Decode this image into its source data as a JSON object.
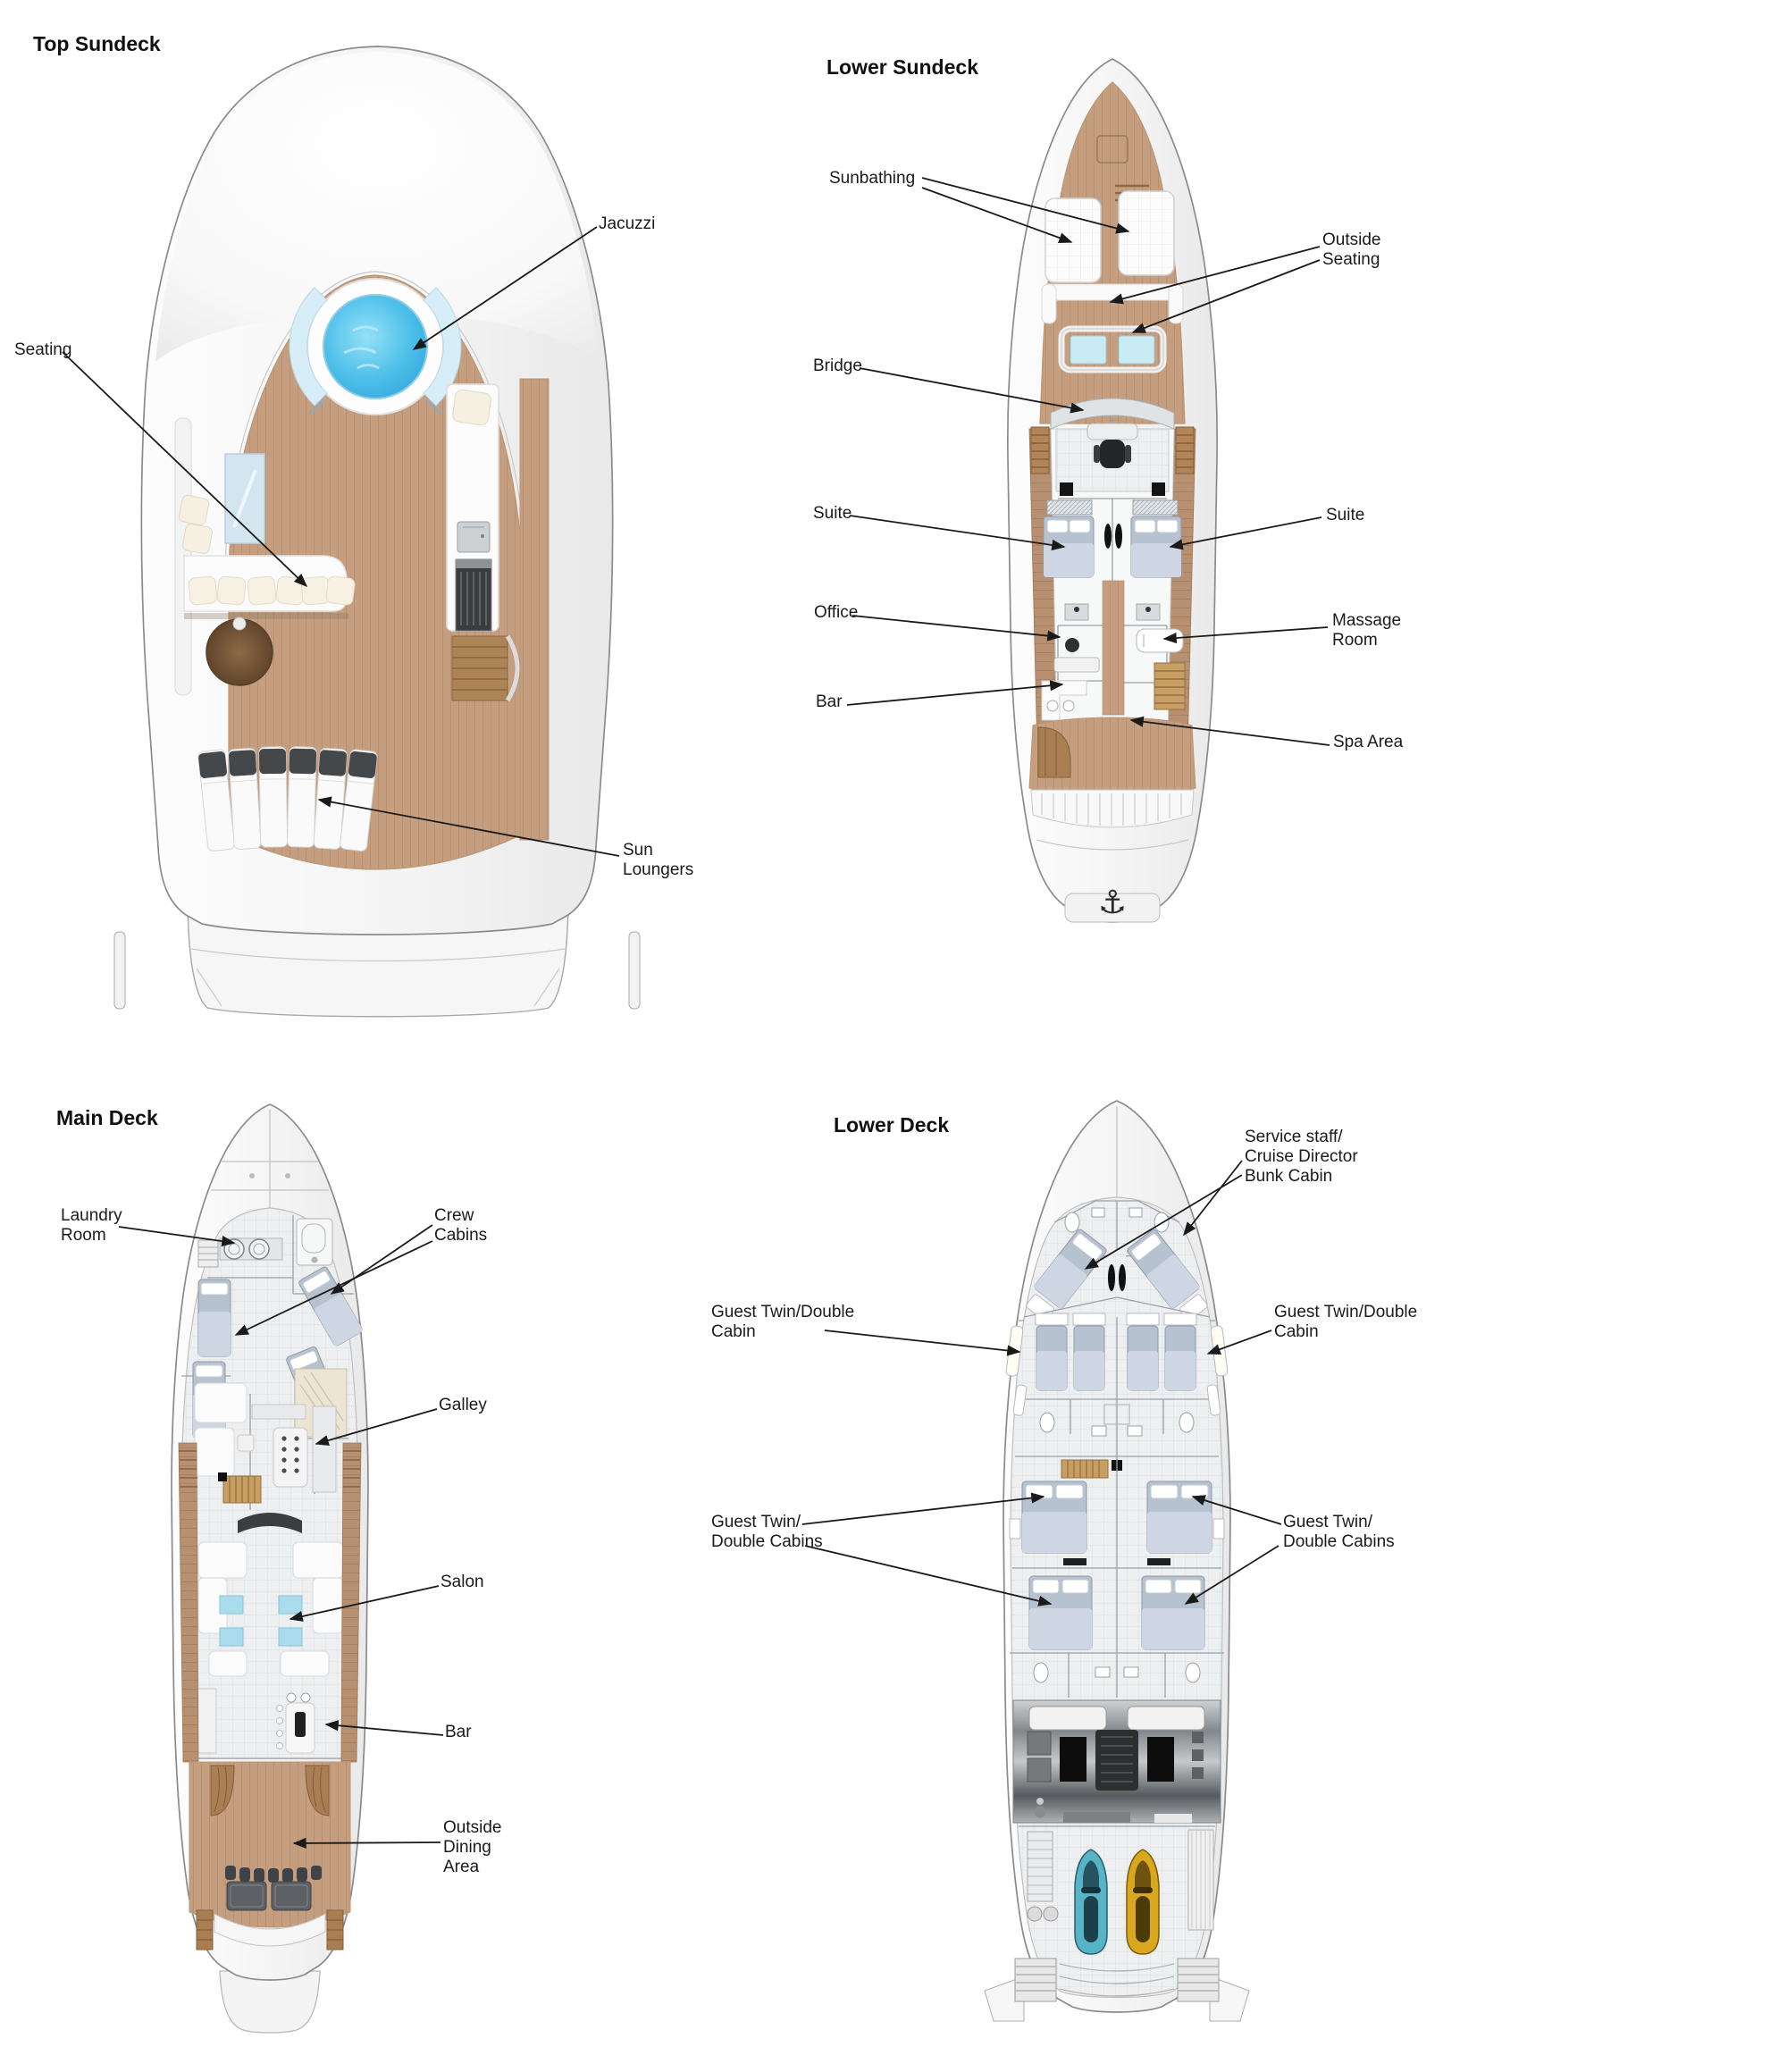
{
  "diagram": {
    "type": "yacht-deck-plans",
    "background": "#ffffff",
    "colors": {
      "deck_wood": "#c49e7e",
      "walkway_wood": "#b69070",
      "hull_white": "#f7f7f7",
      "outline_gray": "#8b8b8b",
      "jacuzzi_blue": "#4fc0ea",
      "skylight_blue": "#c9ecf4",
      "bed_gray": "#b7c2d1",
      "floor_gray": "#edeff1",
      "stair_gold": "#c89f62",
      "stair_brown": "#a87e52",
      "dark_fixture": "#232527",
      "jetski_teal": "#57b3c6",
      "jetski_yellow": "#d9a81f",
      "label_text": "#1a1a1a"
    },
    "decks": [
      {
        "id": "top-sundeck",
        "title": "Top Sundeck",
        "labels": [
          {
            "id": "jacuzzi",
            "text": "Jacuzzi"
          },
          {
            "id": "seating",
            "text": "Seating"
          },
          {
            "id": "sun-loungers",
            "text": "Sun\nLoungers"
          }
        ]
      },
      {
        "id": "lower-sundeck",
        "title": "Lower Sundeck",
        "labels": [
          {
            "id": "sunbathing",
            "text": "Sunbathing"
          },
          {
            "id": "outside-seating",
            "text": "Outside\nSeating"
          },
          {
            "id": "bridge",
            "text": "Bridge"
          },
          {
            "id": "suite-port",
            "text": "Suite"
          },
          {
            "id": "suite-starboard",
            "text": "Suite"
          },
          {
            "id": "office",
            "text": "Office"
          },
          {
            "id": "massage-room",
            "text": "Massage\nRoom"
          },
          {
            "id": "bar",
            "text": "Bar"
          },
          {
            "id": "spa-area",
            "text": "Spa Area"
          }
        ]
      },
      {
        "id": "main-deck",
        "title": "Main Deck",
        "labels": [
          {
            "id": "laundry-room",
            "text": "Laundry\nRoom"
          },
          {
            "id": "crew-cabins",
            "text": "Crew\nCabins"
          },
          {
            "id": "galley",
            "text": "Galley"
          },
          {
            "id": "salon",
            "text": "Salon"
          },
          {
            "id": "bar",
            "text": "Bar"
          },
          {
            "id": "outside-dining-area",
            "text": "Outside\nDining\nArea"
          }
        ]
      },
      {
        "id": "lower-deck",
        "title": "Lower Deck",
        "labels": [
          {
            "id": "service-staff-cruise-director-bunk-cabin",
            "text": "Service staff/\nCruise Director\nBunk Cabin"
          },
          {
            "id": "guest-twin-double-cabin-port",
            "text": "Guest Twin/Double\nCabin"
          },
          {
            "id": "guest-twin-double-cabin-starboard",
            "text": "Guest Twin/Double\nCabin"
          },
          {
            "id": "guest-twin-double-cabins-port",
            "text": "Guest Twin/\nDouble Cabins"
          },
          {
            "id": "guest-twin-double-cabins-starboard",
            "text": "Guest Twin/\nDouble Cabins"
          }
        ]
      }
    ],
    "icons": [
      {
        "id": "anchor-icon",
        "glyph": "⚓"
      }
    ]
  }
}
